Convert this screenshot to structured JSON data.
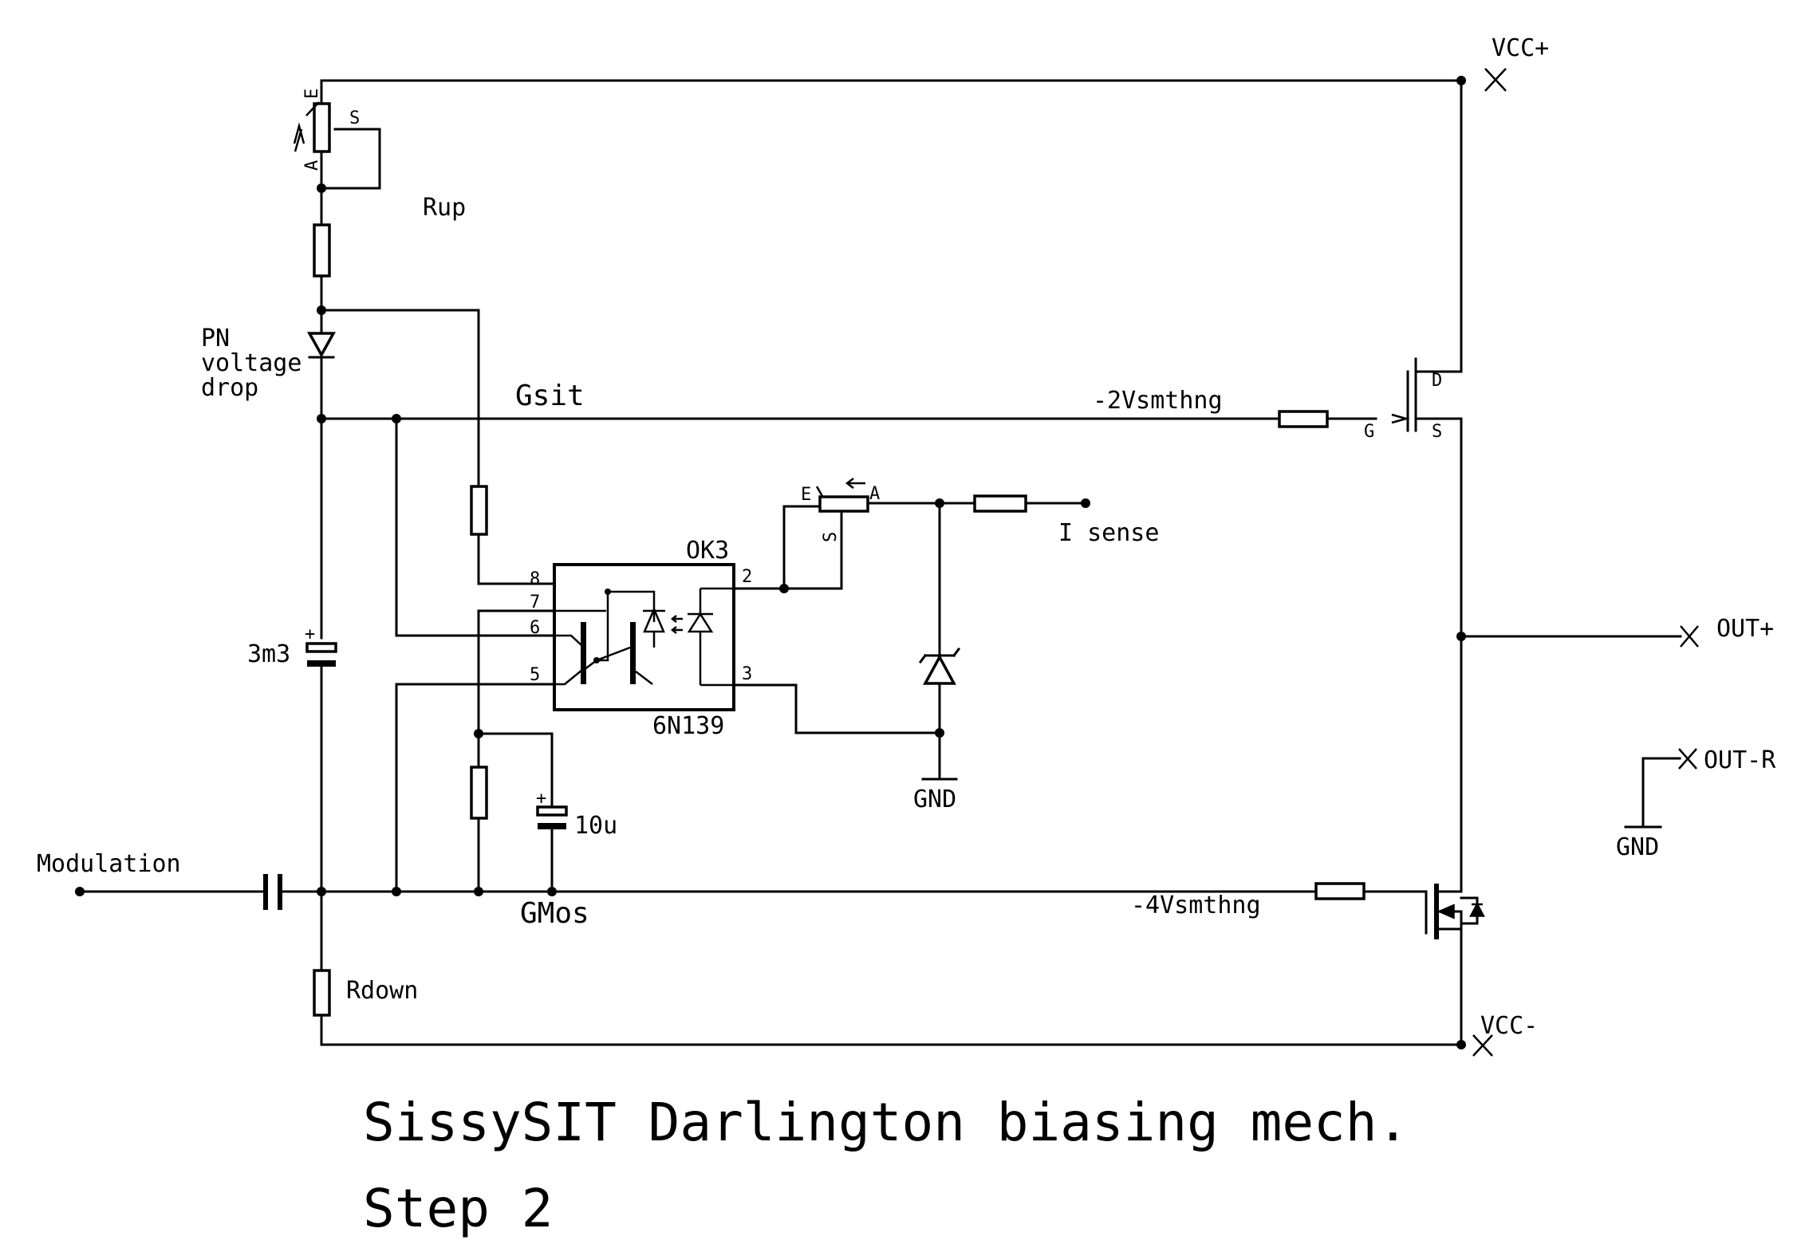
{
  "title": "SissySIT Darlington biasing mech.",
  "subtitle": "Step 2",
  "nets": {
    "vcc_plus": "VCC+",
    "vcc_minus": "VCC-",
    "out_plus": "OUT+",
    "out_r": "OUT-R",
    "gnd": "GND",
    "gsit": "Gsit",
    "gmos": "GMos",
    "modulation": "Modulation",
    "i_sense": "I sense",
    "gate_high_voltage": "-2Vsmthng",
    "gate_low_voltage": "-4Vsmthng"
  },
  "components": {
    "rup": "Rup",
    "rdown": "Rdown",
    "pn_drop": [
      "PN",
      "voltage",
      "drop"
    ],
    "cap_big": "3m3",
    "cap_small": "10u",
    "optocoupler_ref": "OK3",
    "optocoupler_part": "6N139"
  },
  "pins": {
    "pot_e": "E",
    "pot_a": "A",
    "pot_s": "S",
    "fet_d": "D",
    "fet_g": "G",
    "fet_s": "S",
    "p8": "8",
    "p7": "7",
    "p6": "6",
    "p5": "5",
    "p2": "2",
    "p3": "3",
    "plus": "+"
  }
}
